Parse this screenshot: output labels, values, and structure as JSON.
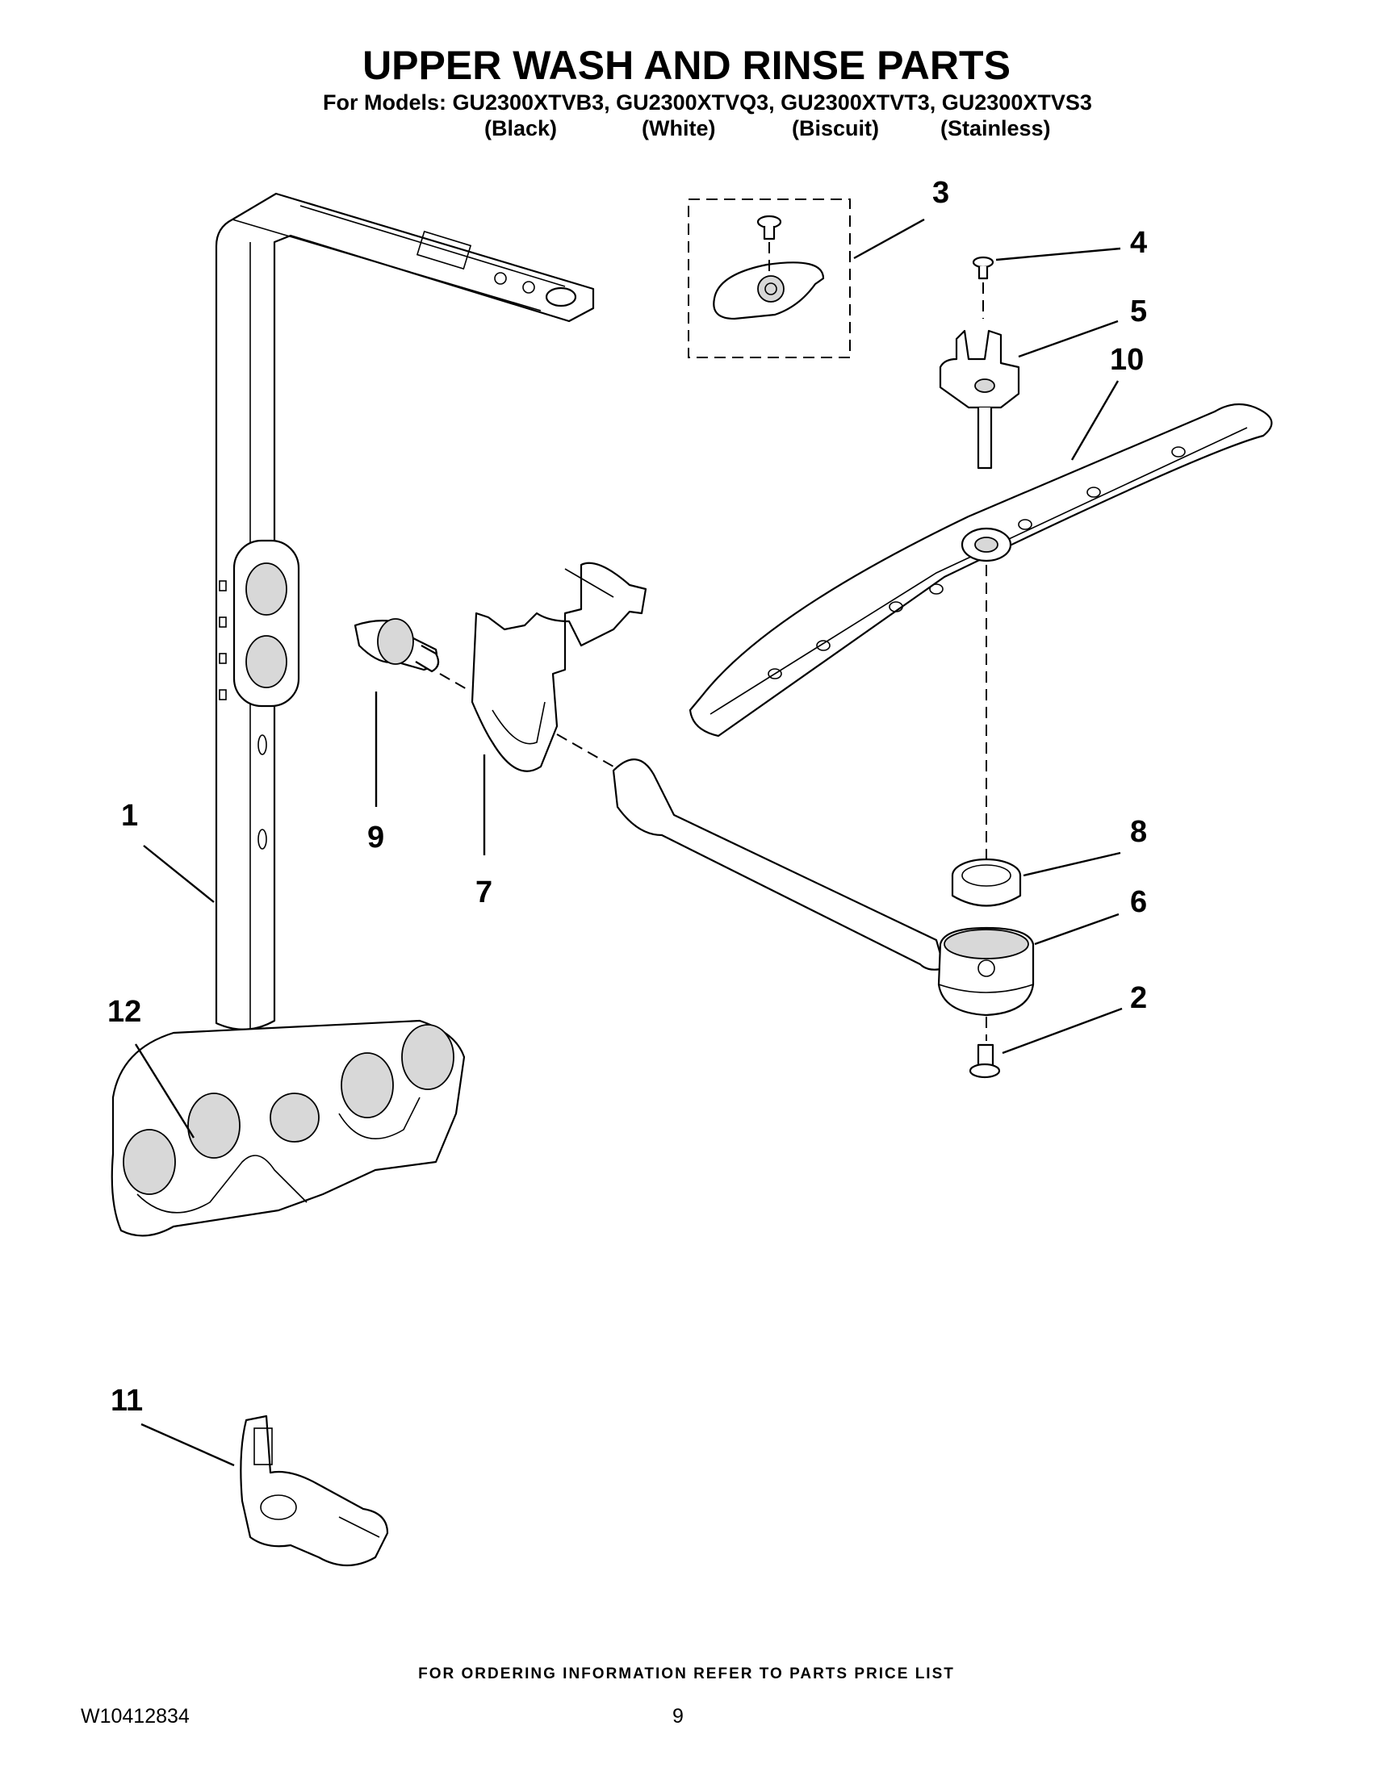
{
  "header": {
    "title": "UPPER WASH AND RINSE PARTS",
    "models_line": "For Models: GU2300XTVB3, GU2300XTVQ3, GU2300XTVT3, GU2300XTVS3",
    "colors": [
      "(Black)",
      "(White)",
      "(Biscuit)",
      "(Stainless)"
    ]
  },
  "callouts": {
    "c1": "1",
    "c2": "2",
    "c3": "3",
    "c4": "4",
    "c5": "5",
    "c6": "6",
    "c7": "7",
    "c8": "8",
    "c9": "9",
    "c10": "10",
    "c11": "11",
    "c12": "12"
  },
  "footer": {
    "ordering_note": "FOR ORDERING INFORMATION REFER TO PARTS PRICE LIST",
    "document_number": "W10412834",
    "page_number": "9"
  }
}
